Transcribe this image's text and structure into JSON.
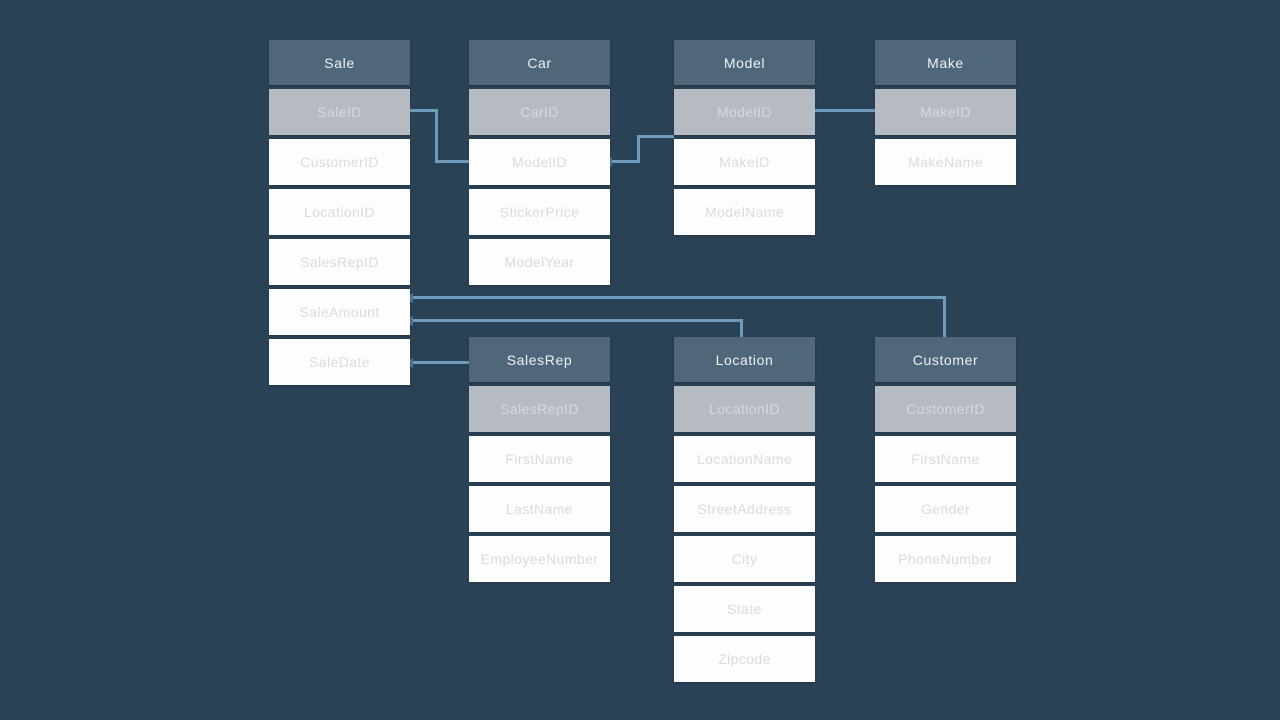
{
  "diagram": {
    "type": "entity-relationship-diagram",
    "subject": "Car dealership sales database schema"
  },
  "colors": {
    "background": "#2a4255",
    "table_header_bg": "#50667a",
    "table_header_text": "#eef1f3",
    "key_row_bg": "#b6bbc1",
    "key_row_text": "#d6dade",
    "row_bg": "#fdfdfd",
    "row_text": "#d8dbde",
    "connector_line": "#6f9cbd",
    "connector_arrow": "#4e7392"
  },
  "tables": [
    {
      "name": "Sale",
      "fields": [
        {
          "label": "SaleID",
          "key": true
        },
        {
          "label": "CustomerID",
          "key": false
        },
        {
          "label": "LocationID",
          "key": false
        },
        {
          "label": "SalesRepID",
          "key": false
        },
        {
          "label": "SaleAmount",
          "key": false
        },
        {
          "label": "SaleDate",
          "key": false
        }
      ]
    },
    {
      "name": "Car",
      "fields": [
        {
          "label": "CarID",
          "key": true
        },
        {
          "label": "ModelID",
          "key": false
        },
        {
          "label": "StickerPrice",
          "key": false
        },
        {
          "label": "ModelYear",
          "key": false
        }
      ]
    },
    {
      "name": "Model",
      "fields": [
        {
          "label": "ModelID",
          "key": true
        },
        {
          "label": "MakeID",
          "key": false
        },
        {
          "label": "ModelName",
          "key": false
        }
      ]
    },
    {
      "name": "Make",
      "fields": [
        {
          "label": "MakeID",
          "key": true
        },
        {
          "label": "MakeName",
          "key": false
        }
      ]
    },
    {
      "name": "SalesRep",
      "fields": [
        {
          "label": "SalesRepID",
          "key": true
        },
        {
          "label": "FirstName",
          "key": false
        },
        {
          "label": "LastName",
          "key": false
        },
        {
          "label": "EmployeeNumber",
          "key": false
        }
      ]
    },
    {
      "name": "Location",
      "fields": [
        {
          "label": "LocationID",
          "key": true
        },
        {
          "label": "LocationName",
          "key": false
        },
        {
          "label": "StreetAddress",
          "key": false
        },
        {
          "label": "City",
          "key": false
        },
        {
          "label": "State",
          "key": false
        },
        {
          "label": "Zipcode",
          "key": false
        }
      ]
    },
    {
      "name": "Customer",
      "fields": [
        {
          "label": "CustomerID",
          "key": true
        },
        {
          "label": "FirstName",
          "key": false
        },
        {
          "label": "Gender",
          "key": false
        },
        {
          "label": "PhoneNumber",
          "key": false
        }
      ]
    }
  ],
  "relationships": [
    {
      "from": "Sale.SaleID",
      "to": "Car.ModelID"
    },
    {
      "from": "Car.ModelID",
      "to": "Model.ModelID"
    },
    {
      "from": "Model.ModelID",
      "to": "Make.MakeID"
    },
    {
      "from": "Sale.SaleAmount",
      "to": "Customer"
    },
    {
      "from": "Sale.SaleAmount",
      "to": "Location"
    },
    {
      "from": "Sale.SaleDate",
      "to": "SalesRep"
    }
  ]
}
